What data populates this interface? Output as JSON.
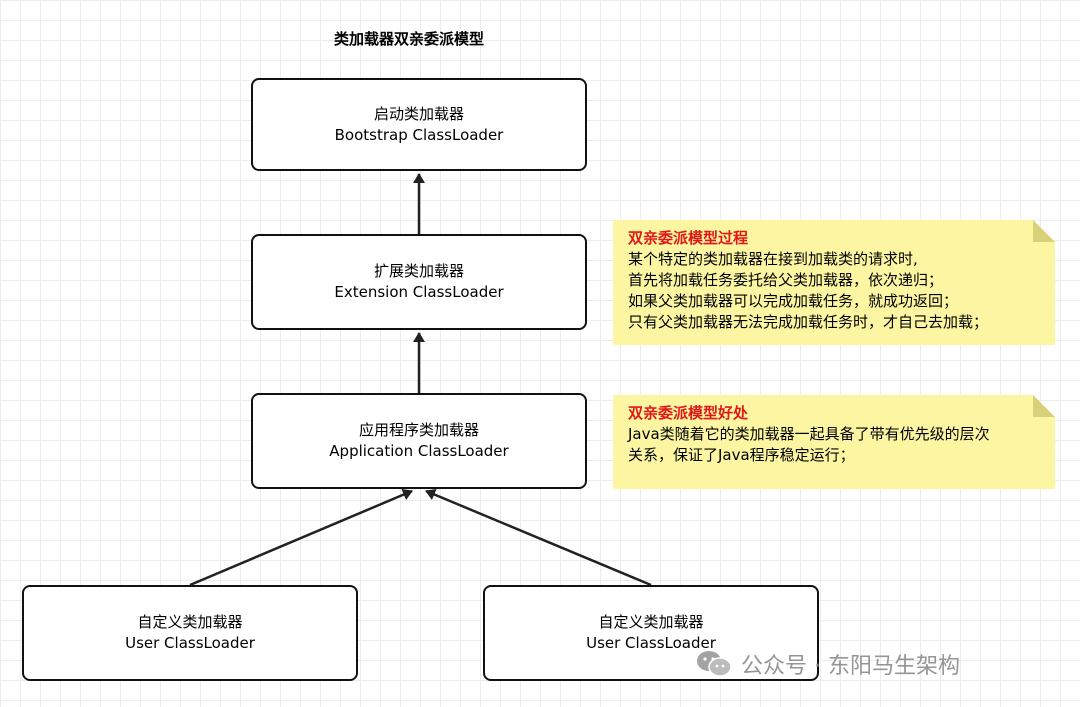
{
  "title": "类加载器双亲委派模型",
  "nodes": {
    "bootstrap": {
      "zh": "启动类加载器",
      "en": "Bootstrap ClassLoader"
    },
    "extension": {
      "zh": "扩展类加载器",
      "en": "Extension ClassLoader"
    },
    "application": {
      "zh": "应用程序类加载器",
      "en": "Application ClassLoader"
    },
    "user1": {
      "zh": "自定义类加载器",
      "en": "User ClassLoader"
    },
    "user2": {
      "zh": "自定义类加载器",
      "en": "User ClassLoader"
    }
  },
  "notes": {
    "process": {
      "title": "双亲委派模型过程",
      "lines": [
        "某个特定的类加载器在接到加载类的请求时,",
        "首先将加载任务委托给父类加载器，依次递归；",
        "如果父类加载器可以完成加载任务，就成功返回；",
        "只有父类加载器无法完成加载任务时，才自己去加载；"
      ]
    },
    "benefit": {
      "title": "双亲委派模型好处",
      "lines": [
        "Java类随着它的类加载器一起具备了带有优先级的层次",
        "关系，保证了Java程序稳定运行；"
      ]
    }
  },
  "watermark": {
    "text": "公众号 · 东阳马生架构",
    "icon": "wechat-icon"
  },
  "colors": {
    "note_bg": "#fcf6a2",
    "note_title": "#e01818",
    "stroke": "#111111"
  }
}
